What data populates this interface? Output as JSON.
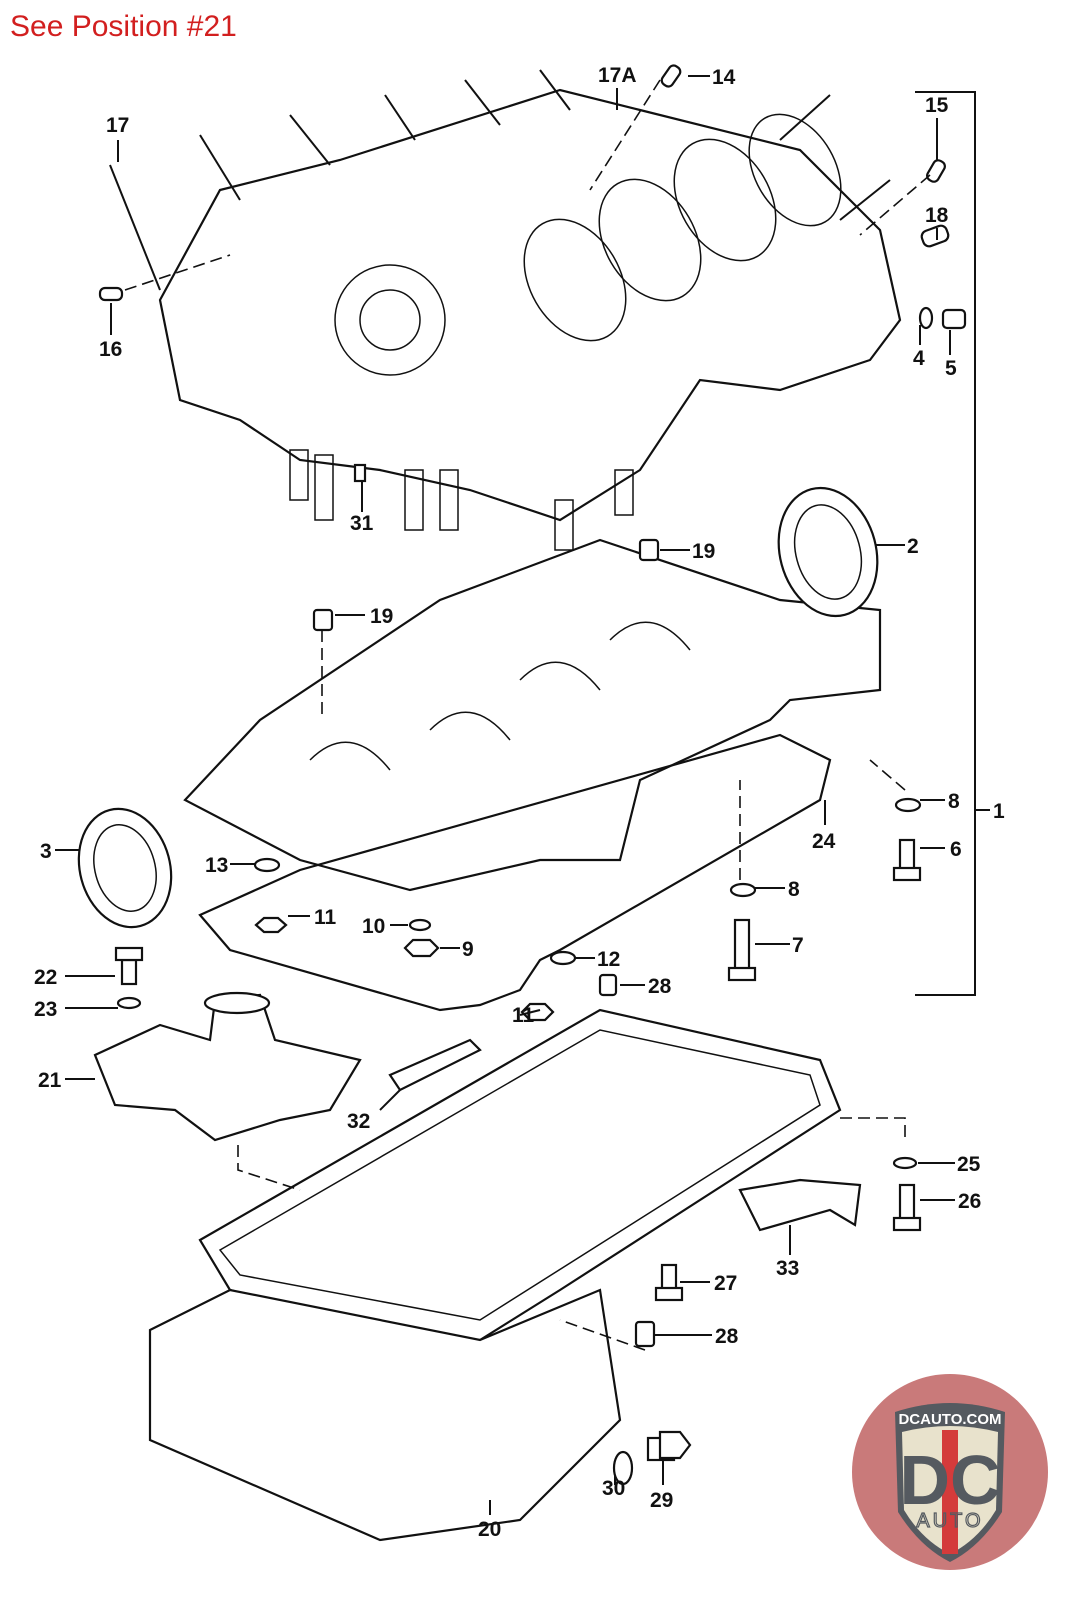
{
  "header": {
    "note": "See Position #21"
  },
  "diagram": {
    "subject": "engine crankcase / oil pan exploded parts view",
    "callouts": [
      {
        "id": "1",
        "label": "1"
      },
      {
        "id": "2",
        "label": "2"
      },
      {
        "id": "3",
        "label": "3"
      },
      {
        "id": "4",
        "label": "4"
      },
      {
        "id": "5",
        "label": "5"
      },
      {
        "id": "6",
        "label": "6"
      },
      {
        "id": "7",
        "label": "7"
      },
      {
        "id": "8a",
        "label": "8"
      },
      {
        "id": "8b",
        "label": "8"
      },
      {
        "id": "9",
        "label": "9"
      },
      {
        "id": "10",
        "label": "10"
      },
      {
        "id": "11a",
        "label": "11"
      },
      {
        "id": "11b",
        "label": "11"
      },
      {
        "id": "12",
        "label": "12"
      },
      {
        "id": "13",
        "label": "13"
      },
      {
        "id": "14",
        "label": "14"
      },
      {
        "id": "15",
        "label": "15"
      },
      {
        "id": "16",
        "label": "16"
      },
      {
        "id": "17",
        "label": "17"
      },
      {
        "id": "17A",
        "label": "17A"
      },
      {
        "id": "18",
        "label": "18"
      },
      {
        "id": "19a",
        "label": "19"
      },
      {
        "id": "19b",
        "label": "19"
      },
      {
        "id": "20",
        "label": "20"
      },
      {
        "id": "21",
        "label": "21"
      },
      {
        "id": "22",
        "label": "22"
      },
      {
        "id": "23",
        "label": "23"
      },
      {
        "id": "24",
        "label": "24"
      },
      {
        "id": "25",
        "label": "25"
      },
      {
        "id": "26",
        "label": "26"
      },
      {
        "id": "27",
        "label": "27"
      },
      {
        "id": "28a",
        "label": "28"
      },
      {
        "id": "28b",
        "label": "28"
      },
      {
        "id": "29",
        "label": "29"
      },
      {
        "id": "30",
        "label": "30"
      },
      {
        "id": "31",
        "label": "31"
      },
      {
        "id": "32",
        "label": "32"
      },
      {
        "id": "33",
        "label": "33"
      }
    ]
  },
  "logo": {
    "top_text": "DCAUTO.COM",
    "mark": "DC",
    "sub_text": "AUTO",
    "colors": {
      "red": "#d43b3b",
      "gray": "#555a60",
      "cream": "#e8e2cc",
      "bg": "#c97a7a"
    }
  },
  "colors": {
    "note_red": "#d21f1f",
    "ink": "#111111"
  }
}
